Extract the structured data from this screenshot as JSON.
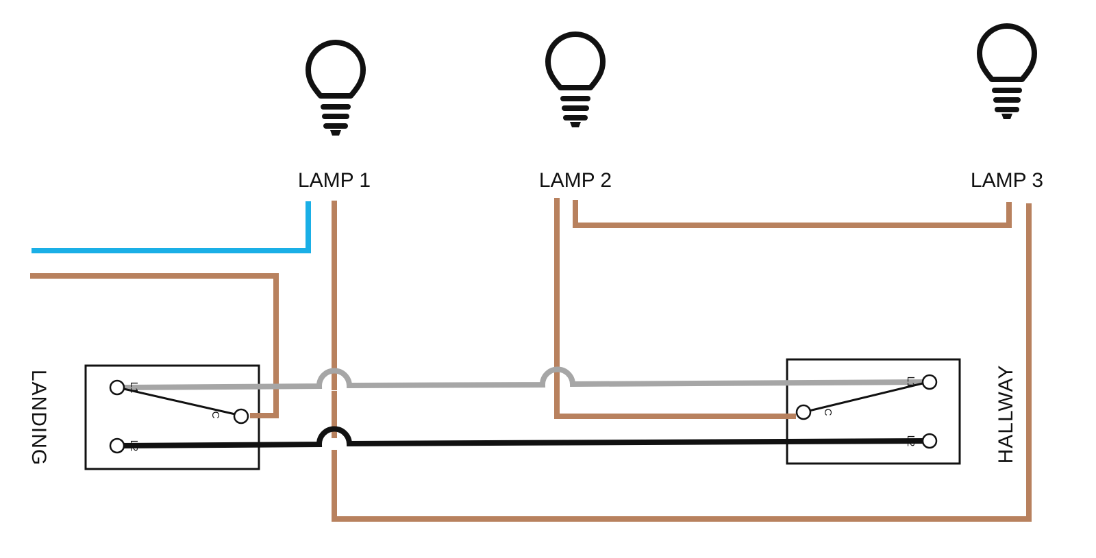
{
  "lamps": [
    {
      "label": "LAMP 1",
      "icon": "lightbulb-icon"
    },
    {
      "label": "LAMP 2",
      "icon": "lightbulb-icon"
    },
    {
      "label": "LAMP 3",
      "icon": "lightbulb-icon"
    }
  ],
  "switches": {
    "landing": {
      "label": "LANDING",
      "terminals": {
        "l1": "L1",
        "l2": "L2",
        "c": "C"
      }
    },
    "hallway": {
      "label": "HALLWAY",
      "terminals": {
        "l1": "L1",
        "l2": "L2",
        "c": "C"
      }
    }
  },
  "colors": {
    "neutral_blue": "#1aafe6",
    "live_brown": "#b8815e",
    "strapper_grey": "#a6a6a6",
    "strapper_black": "#111111"
  }
}
